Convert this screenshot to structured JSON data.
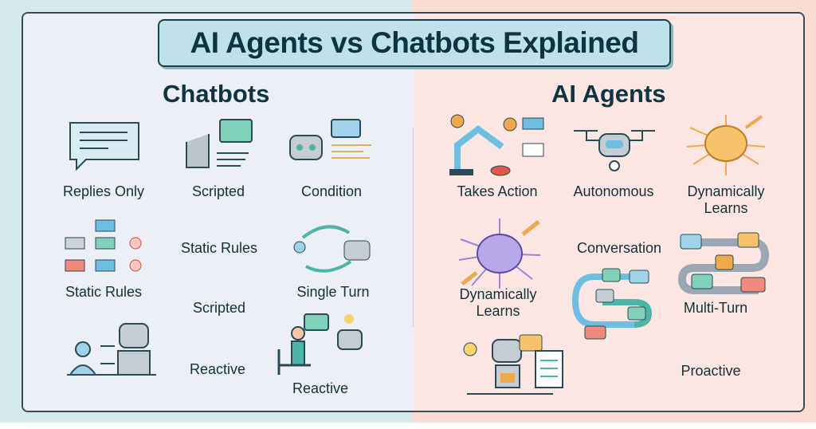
{
  "title": "AI Agents vs Chatbots Explained",
  "chatbots": {
    "heading": "Chatbots",
    "labels": [
      "Replies Only",
      "Scripted",
      "Condition",
      "Static Rules",
      "Static Rules",
      "Single Turn",
      "Scripted",
      "Reactive",
      "Reactive"
    ]
  },
  "agents": {
    "heading": "AI Agents",
    "labels": [
      "Takes Action",
      "Autonomous",
      "Dynamically\nLearns",
      "Conversation",
      "Dynamically\nLearns",
      "Multi-Turn",
      "Proactive"
    ]
  },
  "colors": {
    "left_bg": "#d6eaec",
    "right_bg": "#fbdcd4",
    "title_bg": "#bfe2ea",
    "text": "#0e3440"
  }
}
